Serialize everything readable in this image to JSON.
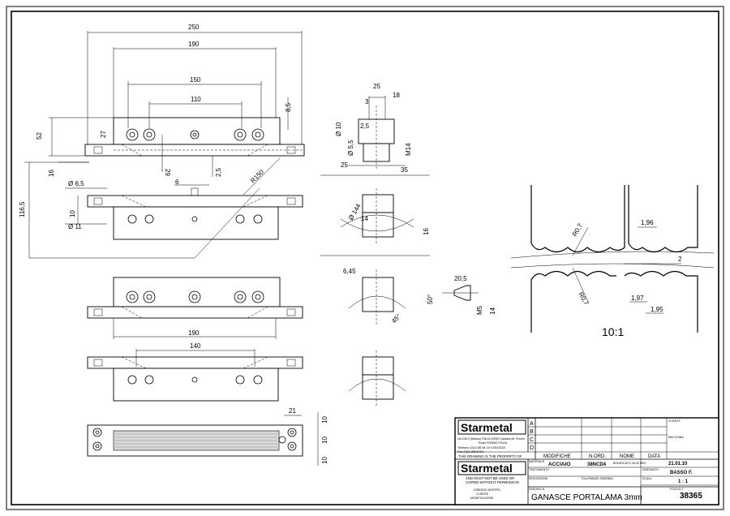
{
  "dimensions": {
    "d250": "250",
    "d190": "190",
    "d150": "150",
    "d110": "110",
    "d8_5": "8,5",
    "d52": "52",
    "d27": "27",
    "d29": "29",
    "d16": "16",
    "d2_5": "2,5",
    "r150": "R150",
    "d6": "6",
    "d116_5": "116,5",
    "dia6_5": "Ø 6,5",
    "d10a": "10",
    "dia11": "Ø 11",
    "d25a": "25",
    "d18": "18",
    "d3": "3",
    "d2_5b": "2,5",
    "dia10": "Ø 10",
    "dia5_5": "Ø 5,5",
    "m14": "M14",
    "d25b": "25",
    "d35": "35",
    "dia144": "Ø 144",
    "d14": "14",
    "d16b": "16",
    "d6_45": "6,45",
    "d20_5": "20,5",
    "d50": "50°",
    "m5": "M5",
    "d14b": "14",
    "d45": "45°",
    "d190b": "190",
    "d140": "140",
    "d21": "21",
    "d10b": "10",
    "d10c": "10",
    "d10d": "10",
    "r0_7a": "R0,7",
    "r0_7b": "R0,7",
    "d1_96": "1,96",
    "d2": "2",
    "d1_97": "1,97",
    "d1_95": "1,95"
  },
  "detail": {
    "scale": "10:1"
  },
  "title_block": {
    "logo_text": "Starmetal",
    "revision_letters": [
      "A",
      "B",
      "C",
      "D"
    ],
    "address_lines": [
      "Via DUCI (Milano) ITALIA  20090 Cassina de' Pecchi",
      "Road TORINO ITALIA"
    ],
    "phone_lines": [
      "Telefono (0)11 85 64 15  V.0514118",
      "Fax (0)11 8564434"
    ],
    "property_note_1": "THIS DRAWING IS THE PROPERTY OF",
    "property_note_2": "AND MUST NOT BE USED OR",
    "property_note_3": "COPIED WITHOUT PERMISSION",
    "header_modifiche": "MODIFICHE",
    "header_n_ord": "N.ORD.",
    "header_nome": "NOME",
    "header_data": "DATA",
    "material": "ACCIAIO",
    "treatment": "38NCD4",
    "treatment_note": "BONIFICATO 28-32 HRC",
    "date": "21.01.10",
    "drawn_by": "BASSO F.",
    "scale": "1 : 1",
    "sheet": "FOGLIO 1",
    "title": "GANASCE PORTALAMA 3mm",
    "drawing_number": "38365",
    "small_labels": {
      "cliente": "CLIENTE",
      "macchina": "MACCHINA",
      "materiale": "MATERIALE",
      "trattamento": "TRATTAMENTO",
      "data_lbl": "DATA",
      "disegnato": "DISEGNATO",
      "scala": "SCALA",
      "descrizione": "DESCRIZIONE",
      "tolleranze": "TOLLERANZE GENERALI",
      "disegno_n": "DISEGNO N.",
      "origine": [
        "DISEGNO NOSTRO",
        "CLIENTE",
        "MODIFICAZIONE"
      ]
    }
  }
}
